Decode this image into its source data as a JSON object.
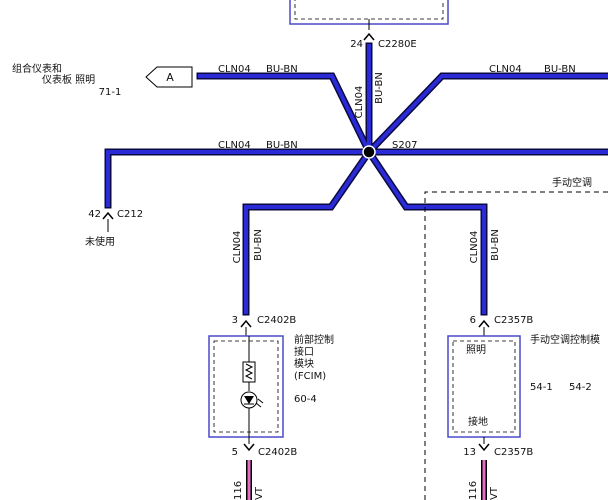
{
  "diagram": {
    "wire_color": "#2a2ad6",
    "wire_outline": "#0a0a40",
    "box_border": "#4a4acc",
    "splice": {
      "name": "S207"
    },
    "top_connector": {
      "pin": "24",
      "name": "C2280E"
    },
    "left_off_page": {
      "label_line1": "组合仪表和",
      "label_line2": "仪表板 照明",
      "ref": "71-1",
      "arrow_letter": "A",
      "wire": "CLN04",
      "color_code": "BU-BN"
    },
    "top_right_wire": {
      "wire": "CLN04",
      "color_code": "BU-BN"
    },
    "vertical_top_wire": {
      "wire": "CLN04",
      "color_code": "BU-BN"
    },
    "middle_left_wire": {
      "wire": "CLN04",
      "color_code": "BU-BN"
    },
    "left_down_connector": {
      "pin": "42",
      "name": "C212",
      "note": "未使用"
    },
    "fcim_wire": {
      "wire": "CLN04",
      "color_code": "BU-BN"
    },
    "fcim": {
      "pin_in": "3",
      "conn_in": "C2402B",
      "name_line1": "前部控制",
      "name_line2": "接口",
      "name_line3": "模块",
      "name_line4": "(FCIM)",
      "ref": "60-4",
      "pin_out": "5",
      "conn_out": "C2402B",
      "bottom_circuit": "116",
      "bottom_color": "VT"
    },
    "manual_ac_region": {
      "label": "手动空调"
    },
    "ac_wire": {
      "wire": "CLN04",
      "color_code": "BU-BN"
    },
    "ac_module": {
      "pin_in": "6",
      "conn_in": "C2357B",
      "name": "手动空调控制模",
      "illum_label": "照明",
      "ground_label": "接地",
      "ref1": "54-1",
      "ref2": "54-2",
      "pin_out": "13",
      "conn_out": "C2357B",
      "bottom_circuit": "116",
      "bottom_color": "VT"
    }
  }
}
